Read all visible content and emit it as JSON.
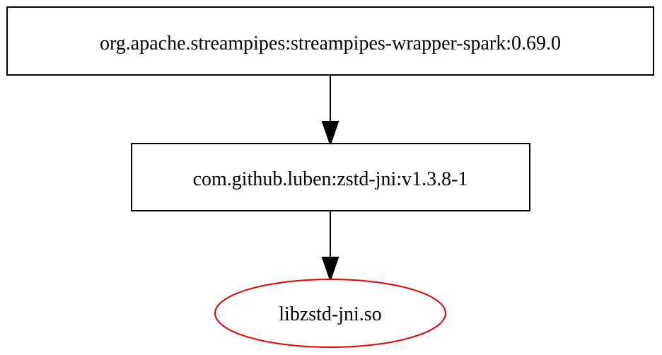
{
  "diagram": {
    "nodes": [
      {
        "id": "wrapper_spark",
        "label": "org.apache.streampipes:streampipes-wrapper-spark:0.69.0",
        "shape": "box",
        "color": "#000000"
      },
      {
        "id": "zstd_jni",
        "label": "com.github.luben:zstd-jni:v1.3.8-1",
        "shape": "box",
        "color": "#000000"
      },
      {
        "id": "libzstd",
        "label": "libzstd-jni.so",
        "shape": "ellipse",
        "color": "#e00000"
      }
    ],
    "edges": [
      {
        "from": "wrapper_spark",
        "to": "zstd_jni"
      },
      {
        "from": "zstd_jni",
        "to": "libzstd"
      }
    ]
  }
}
